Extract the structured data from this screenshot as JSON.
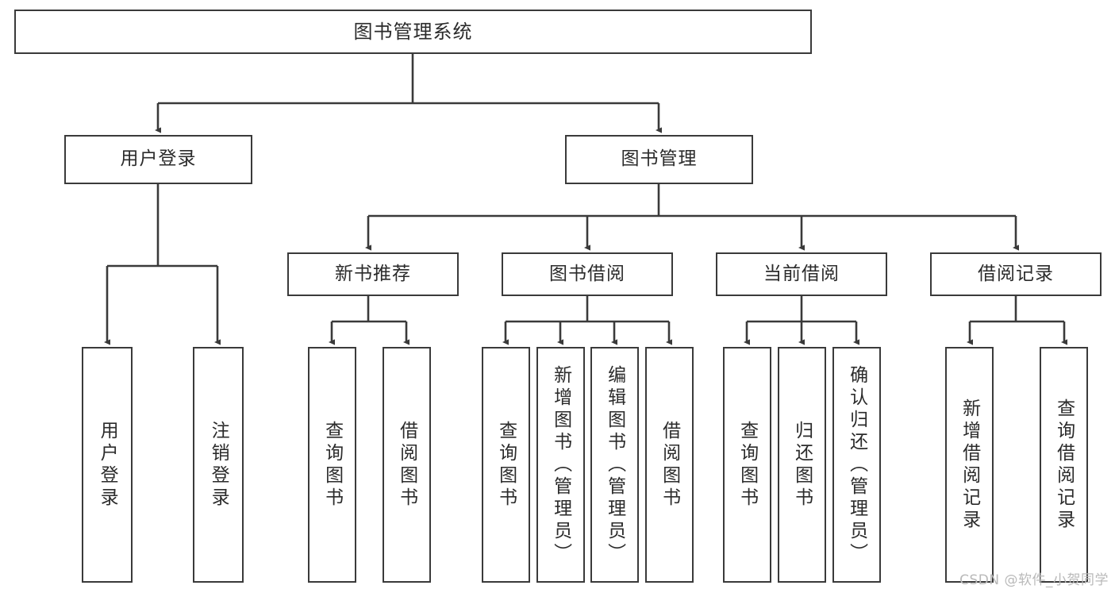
{
  "diagram": {
    "type": "tree-hierarchy",
    "title": "图书管理系统",
    "orientation": "top-down",
    "watermark": "CSDN @软件_小贺同学",
    "colors": {
      "border": "#3a3a3a",
      "box_fill": "#ffffff",
      "text": "#2b2b2b",
      "connector": "#3a3a3a",
      "watermark": "#b9b9b9",
      "background": "#ffffff"
    },
    "nodes": {
      "root": {
        "label": "图书管理系统",
        "level": 1
      },
      "level2": [
        {
          "id": "user-login",
          "label": "用户登录"
        },
        {
          "id": "book-manage",
          "label": "图书管理"
        }
      ],
      "level3": [
        {
          "id": "new-book-recommend",
          "label": "新书推荐"
        },
        {
          "id": "book-borrow",
          "label": "图书借阅"
        },
        {
          "id": "current-borrow",
          "label": "当前借阅"
        },
        {
          "id": "borrow-record",
          "label": "借阅记录"
        }
      ],
      "leaves": {
        "user_login": [
          {
            "id": "leaf-user-login",
            "label": "用户登录"
          },
          {
            "id": "leaf-logout-login",
            "label": "注销登录"
          }
        ],
        "new_book_recommend": [
          {
            "id": "leaf-query-book-1",
            "label": "查询图书"
          },
          {
            "id": "leaf-borrow-book-1",
            "label": "借阅图书"
          }
        ],
        "book_borrow": [
          {
            "id": "leaf-query-book-2",
            "label": "查询图书"
          },
          {
            "id": "leaf-add-book",
            "label": "新增图书（管理员）"
          },
          {
            "id": "leaf-edit-book",
            "label": "编辑图书（管理员）"
          },
          {
            "id": "leaf-borrow-book-2",
            "label": "借阅图书"
          }
        ],
        "current_borrow": [
          {
            "id": "leaf-query-book-3",
            "label": "查询图书"
          },
          {
            "id": "leaf-return-book",
            "label": "归还图书"
          },
          {
            "id": "leaf-confirm-return",
            "label": "确认归还（管理员）"
          }
        ],
        "borrow_record": [
          {
            "id": "leaf-add-record",
            "label": "新增借阅记录"
          },
          {
            "id": "leaf-query-record",
            "label": "查询借阅记录"
          }
        ]
      }
    }
  }
}
